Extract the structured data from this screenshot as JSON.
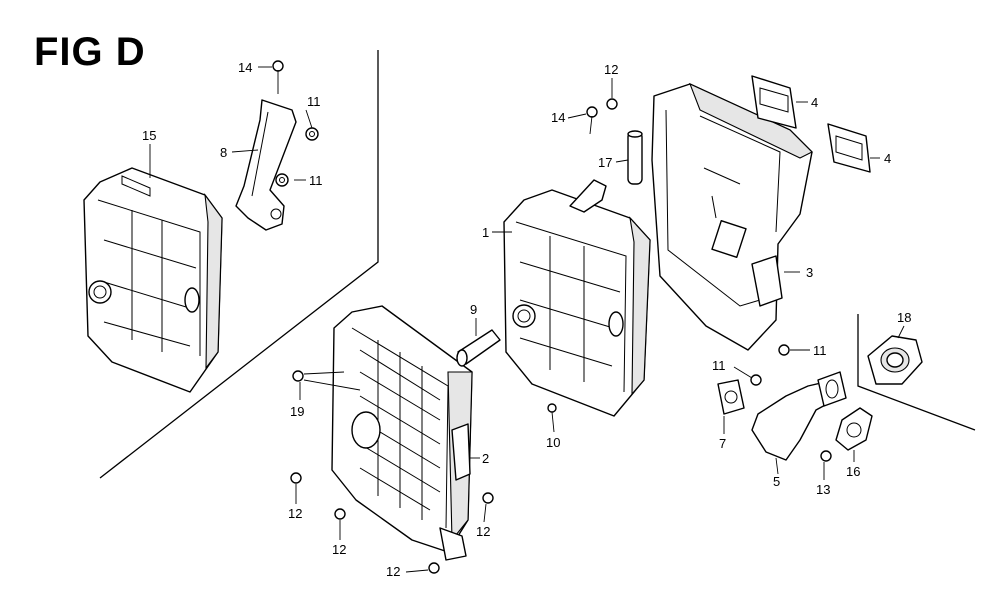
{
  "figure": {
    "title": "FIG D"
  },
  "callouts": {
    "c14a": "14",
    "c11a": "11",
    "c8": "8",
    "c11b": "11",
    "c15": "15",
    "c12a": "12",
    "c14b": "14",
    "c17": "17",
    "c4a": "4",
    "c4b": "4",
    "c1": "1",
    "c3": "3",
    "c9": "9",
    "c18": "18",
    "c11c": "11",
    "c11d": "11",
    "c19": "19",
    "c10": "10",
    "c7": "7",
    "c16": "16",
    "c2": "2",
    "c5": "5",
    "c13": "13",
    "c12b": "12",
    "c12c": "12",
    "c12d": "12",
    "c12e": "12"
  }
}
